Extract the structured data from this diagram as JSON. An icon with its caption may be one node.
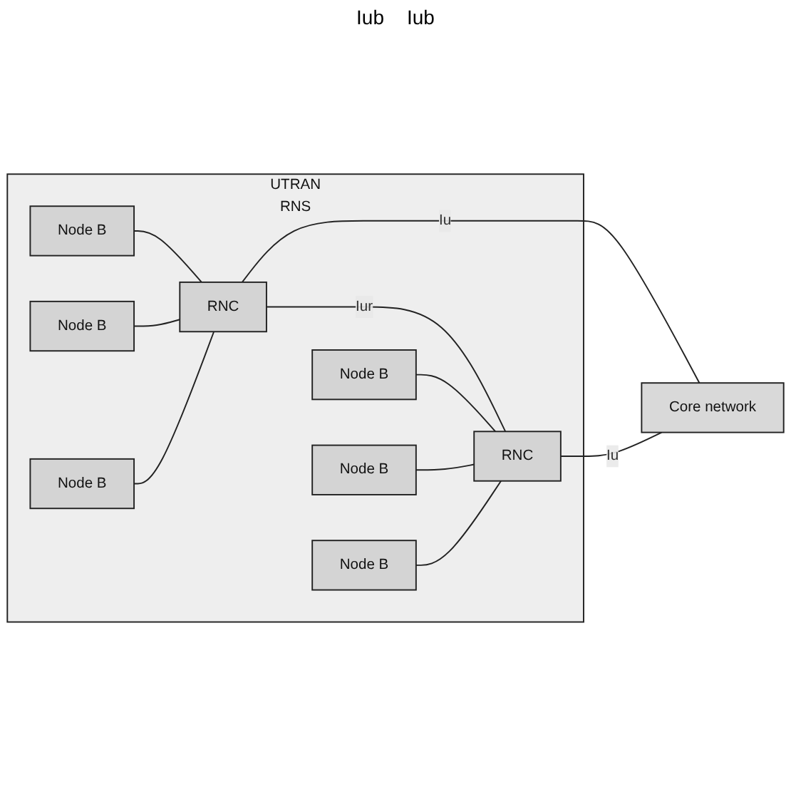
{
  "diagram": {
    "nodes": [
      {
        "text": [
          "UTRAN",
          "RNS"
        ]
      },
      {
        "text": [
          "Node B"
        ],
        "in": 0
      },
      {
        "text": [
          "Node B"
        ],
        "in": 0
      },
      {
        "text": [
          "Node B"
        ],
        "in": 0
      },
      {
        "text": [
          "RNC"
        ],
        "in": 0
      },
      {
        "text": [
          "Node B"
        ],
        "in": 0
      },
      {
        "text": [
          "Node B"
        ],
        "in": 0
      },
      {
        "text": [
          "Node B"
        ],
        "in": 0
      },
      {
        "text": [
          "RNC"
        ],
        "in": 0
      },
      {
        "text": [
          "Core network"
        ]
      }
    ],
    "edges": [
      {
        "from": 1,
        "to": 4,
        "arrow": "none"
      },
      {
        "from": 2,
        "to": 4,
        "arrow": "none"
      },
      {
        "from": 3,
        "to": 4,
        "arrow": "none"
      },
      {
        "from": 4,
        "to": 9,
        "arrow": "none",
        "label": "Iu"
      },
      {
        "from": 4,
        "to": 8,
        "arrow": "none",
        "label": "Iur"
      },
      {
        "from": 5,
        "to": 8,
        "arrow": "none"
      },
      {
        "from": 6,
        "to": 8,
        "arrow": "none"
      },
      {
        "from": 7,
        "to": 8,
        "arrow": "none"
      },
      {
        "from": 8,
        "to": 9,
        "arrow": "none",
        "label": "Iu"
      }
    ],
    "labels": [
      "Iub",
      "Iub"
    ]
  }
}
